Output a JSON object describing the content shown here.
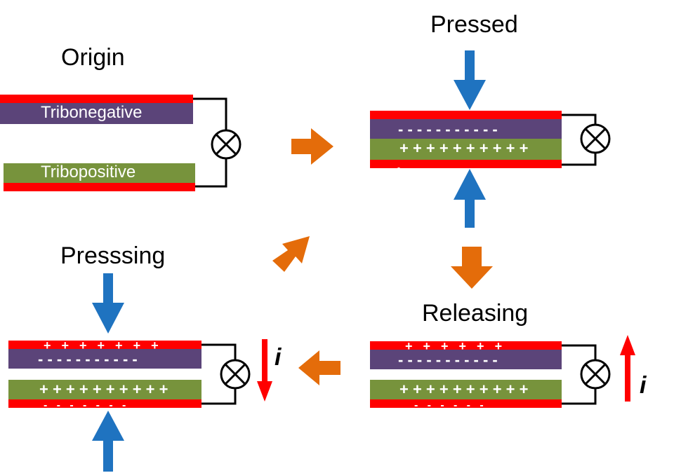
{
  "colors": {
    "electrode": "#ff0000",
    "tribonegative": "#5b4479",
    "tribopositive": "#77933c",
    "press_arrow": "#1f73c0",
    "flow_arrow": "#e46c0a",
    "current_arrow": "#ff0000",
    "wire": "#000000",
    "charge_text": "#ffffff"
  },
  "stages": {
    "origin": {
      "title": "Origin",
      "top_layer_label": "Tribonegative",
      "bottom_layer_label": "Tribopositive"
    },
    "pressed": {
      "title": "Pressed",
      "negative_charges": "- - - - - - - - - - -",
      "positive_charges": "+ + + + + + + + + +",
      "bottom_electrode_charges": "-"
    },
    "releasing": {
      "title": "Releasing",
      "top_electrode_charges": "+   +   +   +   +   +",
      "negative_charges": "- - - - - - - - - - -",
      "positive_charges": "+ + + + + + + + + +",
      "bottom_electrode_charges": "-   -   -   -   -   -",
      "current_label": "i",
      "current_direction": "up"
    },
    "pressing": {
      "title": "Presssing",
      "top_electrode_charges": "+   +   +   +   +   +   +",
      "negative_charges": "- - - - - - - - - - -",
      "positive_charges": "+ + + + + + + + + +",
      "bottom_electrode_charges": "-   -   -   -   -   -   -",
      "current_label": "i",
      "current_direction": "down"
    }
  },
  "flow_sequence": [
    "origin",
    "pressed",
    "releasing",
    "pressing",
    "pressed"
  ],
  "icons": {
    "meter": "lamp-meter-icon",
    "press": "press-arrow-icon",
    "flow": "process-arrow-icon",
    "current": "current-arrow-icon"
  }
}
